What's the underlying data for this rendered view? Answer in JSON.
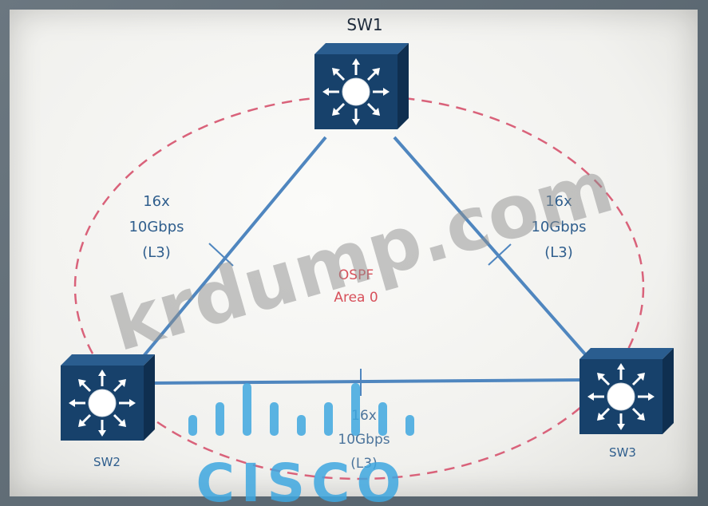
{
  "nodes": {
    "sw1": {
      "label": "SW1"
    },
    "sw2": {
      "label": "SW2"
    },
    "sw3": {
      "label": "SW3"
    }
  },
  "links": {
    "left": {
      "count": "16x",
      "speed": "10Gbps",
      "type": "(L3)"
    },
    "right": {
      "count": "16x",
      "speed": "10Gbps",
      "type": "(L3)"
    },
    "bottom": {
      "count": "16x",
      "speed": "10Gbps",
      "type": "(L3)"
    }
  },
  "area": {
    "protocol": "OSPF",
    "name": "Area 0"
  },
  "watermark": {
    "site": "krdump.com",
    "brand": "CISCO"
  },
  "colors": {
    "switch_fill": "#17416b",
    "link_line": "#4f86bf",
    "area_dash": "#d9627a",
    "area_text": "#d7505a",
    "label_blue": "#2f5e8d"
  }
}
